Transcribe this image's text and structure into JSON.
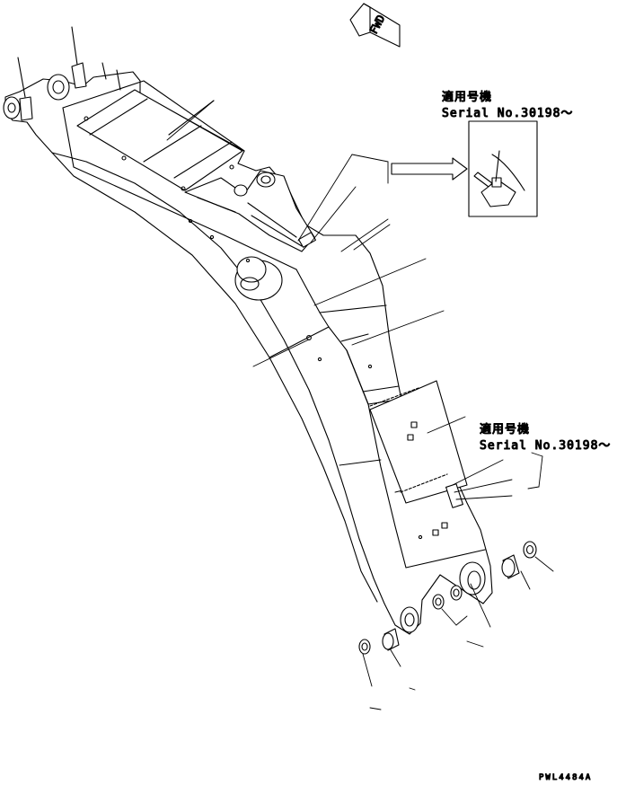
{
  "fwd_label": "FWD",
  "serial_note_top": {
    "line1": "適用号機",
    "line2": "Serial No.30198～"
  },
  "serial_note_mid": {
    "line1": "適用号機",
    "line2": "Serial No.30198～"
  },
  "drawing_code": "PWL4484A",
  "colors": {
    "ink": "#000000",
    "paper": "#ffffff"
  }
}
